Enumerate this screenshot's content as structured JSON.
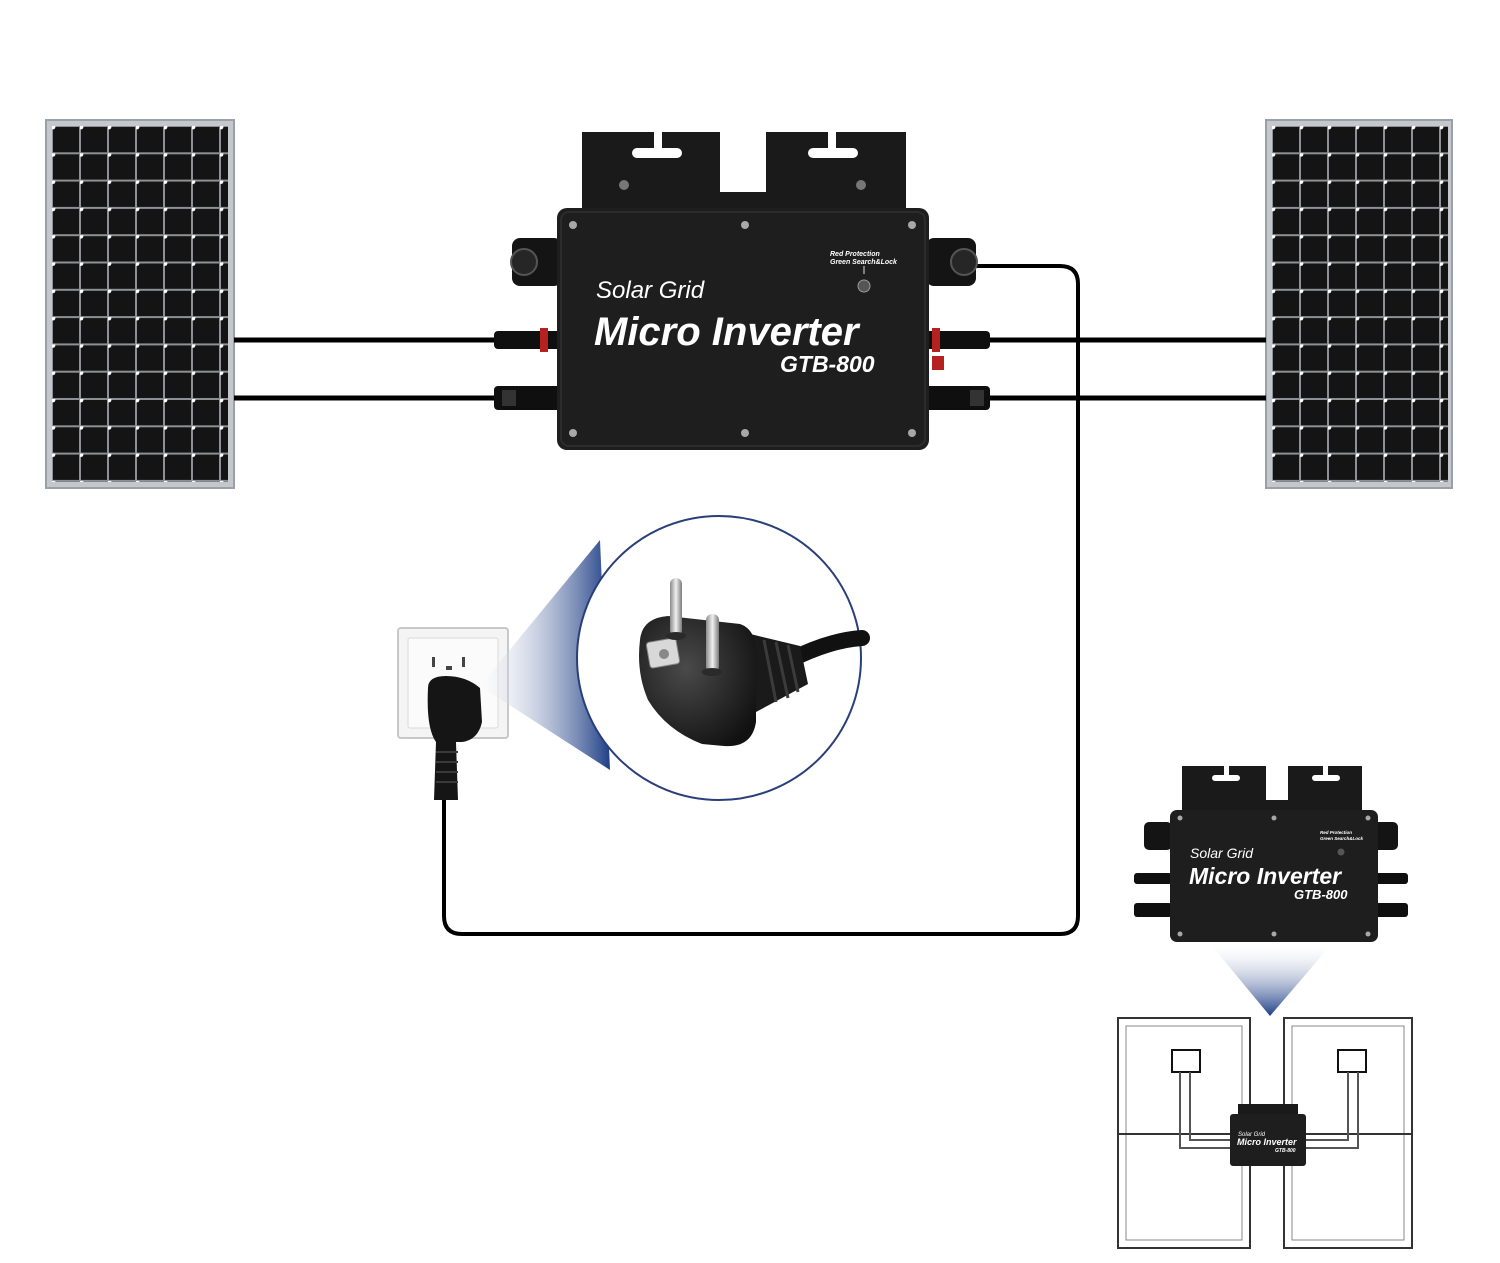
{
  "inverter_main": {
    "brand": "Solar Grid",
    "product": "Micro Inverter",
    "model": "GTB-800",
    "led_line1": "Red Protection",
    "led_line2": "Green Search&Lock"
  },
  "inverter_small": {
    "brand": "Solar Grid",
    "product": "Micro Inverter",
    "model": "GTB-800",
    "led_line1": "Red Protection",
    "led_line2": "Green Search&Lock"
  },
  "inverter_mini": {
    "brand": "Solar Grid",
    "product": "Micro Inverter",
    "model": "GTB-800"
  },
  "colors": {
    "panel_cell": "#141414",
    "panel_frame": "#b8bcc0",
    "inverter_body": "#1c1c1c",
    "wire": "#000000",
    "beam": "#2a4a8a"
  },
  "icons": {
    "solar_panel": "solar-panel-icon",
    "wall_outlet": "wall-outlet-icon",
    "plug": "schuko-plug-icon"
  }
}
